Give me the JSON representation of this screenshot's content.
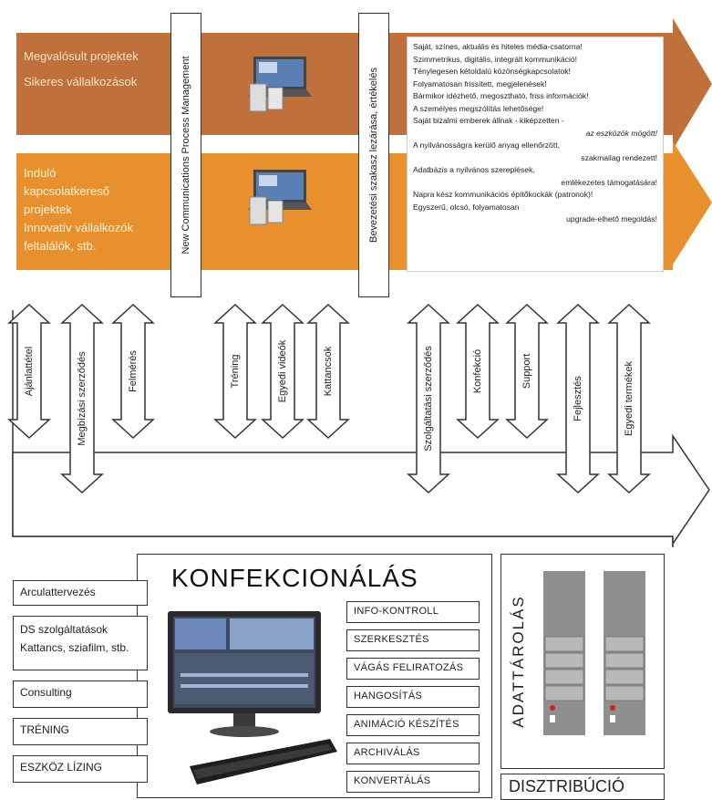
{
  "colors": {
    "top_band": "#c0703a",
    "middle_band": "#e8902e",
    "outline": "#333333"
  },
  "top_band": {
    "lines": [
      "Megvalósult projektek",
      "Sikeres vállalkozások"
    ]
  },
  "middle_band": {
    "lines": [
      "Induló",
      "kapcsolatkereső",
      "projektek",
      "Innovatív vállalkozók",
      "feltalálók, stb."
    ]
  },
  "vertical_bars": {
    "left": "New Communications Process Management",
    "right": "Bevezetési szakasz lezárása, értékelés"
  },
  "notes": [
    {
      "text": "Saját, színes, aktuális és hiteles média-csatorna!",
      "align": "left"
    },
    {
      "text": "Szimmetrikus, digitális, integrált kommunikáció!",
      "align": "left"
    },
    {
      "text": "Ténylegesen kétoldalú közönségkapcsolatok!",
      "align": "left"
    },
    {
      "text": "Folyamatosan frissített, megjelenések!",
      "align": "left"
    },
    {
      "text": "Bármikor idézhető, megosztható, friss információk!",
      "align": "left"
    },
    {
      "text": "A személyes megszólítás lehetősége!",
      "align": "left"
    },
    {
      "text": "Saját bizalmi emberek állnak - kiképzetten -",
      "align": "left"
    },
    {
      "text": "az eszközök mögött!",
      "align": "ri"
    },
    {
      "text": "A nyilvánosságra kerülő anyag ellenőrzött,",
      "align": "left"
    },
    {
      "text": "szakmailag rendezett!",
      "align": "r"
    },
    {
      "text": "Adatbázis a nyilvános szereplések,",
      "align": "left"
    },
    {
      "text": "emlékezetes támogatására!",
      "align": "r"
    },
    {
      "text": "Napra kész kommunikációs építőkockák (patronok)!",
      "align": "left"
    },
    {
      "text": "Egyszerű, olcsó, folyamatosan",
      "align": "left"
    },
    {
      "text": "upgrade-elhető megoldás!",
      "align": "r"
    }
  ],
  "arrows": [
    "Ajánlattétel",
    "Megbízási szerződés",
    "Felmérés",
    "Tréning",
    "Egyedi videók",
    "Kattancsok",
    "Szolgáltatási szerződés",
    "Konfekció",
    "Support",
    "Fejlesztés",
    "Egyedi termékek"
  ],
  "konfekcio": {
    "title": "KONFEKCIONÁLÁS",
    "steps": [
      "INFO-KONTROLL",
      "SZERKESZTÉS",
      "VÁGÁS FELIRATOZÁS",
      "HANGOSÍTÁS",
      "ANIMÁCIÓ KÉSZÍTÉS",
      "ARCHIVÁLÁS",
      "KONVERTÁLÁS"
    ]
  },
  "services": [
    "Arculattervezés",
    "DS szolgáltatások",
    "Kattancs, sziafilm, stb.",
    "Consulting",
    "TRÉNING",
    "ESZKÖZ LÍZING"
  ],
  "storage": {
    "label": "ADATTÁROLÁS",
    "footer": "DISZTRIBÚCIÓ"
  }
}
